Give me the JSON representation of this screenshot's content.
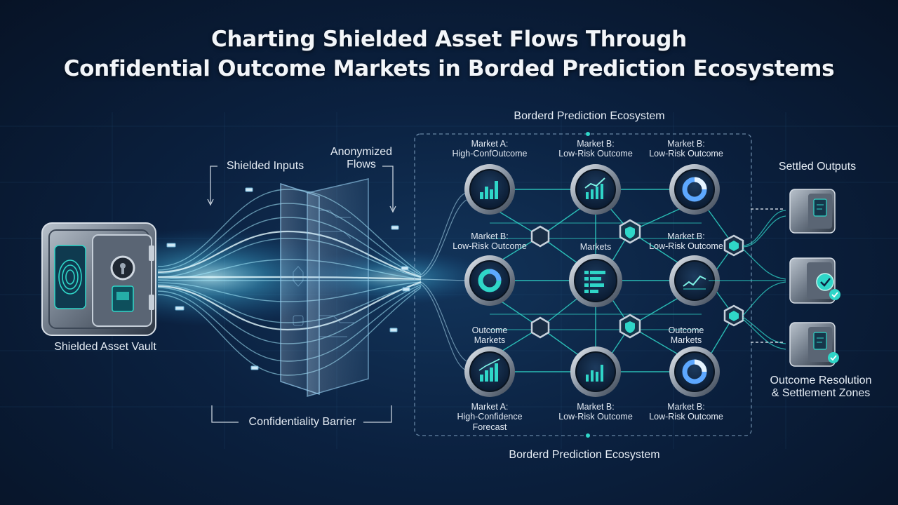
{
  "title": {
    "line1": "Charting Shielded Asset Flows Through",
    "line2": "Confidential Outcome Markets in Borded Prediction Ecosystems"
  },
  "labels": {
    "ecosystem_top": "Borderd Prediction Ecosystem",
    "ecosystem_bottom": "Borderd Prediction Ecosystem",
    "shielded_inputs": "Shielded Inputs",
    "anonymized_flows_1": "Anonymized",
    "anonymized_flows_2": "Flows",
    "confidentiality_barrier": "Confidentiality Barrier",
    "vault": "Shielded Asset Vault",
    "settled_outputs": "Settled Outputs",
    "resolution_1": "Outcome Resolution",
    "resolution_2": "& Settlement Zones"
  },
  "markets": {
    "top_left": [
      "Market A:",
      "High-ConfOutcome"
    ],
    "top_mid": [
      "Market B:",
      "Low-Risk Outcome"
    ],
    "top_right": [
      "Market B:",
      "Low-Risk Outcome"
    ],
    "mid_left": [
      "Market B:",
      "Low-Risk Outcome"
    ],
    "mid_center": [
      "Markets"
    ],
    "mid_right": [
      "Market B:",
      "Low-Risk Outcome"
    ],
    "low_left": [
      "Outcome",
      "Markets"
    ],
    "low_right": [
      "Outcome",
      "Markets"
    ],
    "bot_left": [
      "Market A:",
      "High-Confidence",
      "Forecast"
    ],
    "bot_mid": [
      "Market B:",
      "Low-Risk Outcome"
    ],
    "bot_right": [
      "Market B:",
      "Low-Risk Outcome"
    ]
  },
  "node_icons": {
    "n1": "bar-chart-icon",
    "n2": "line-chart-icon",
    "n3": "donut-chart-icon",
    "n4": "donut-chart-icon",
    "n5": "list-bars-icon",
    "n6": "trend-line-icon",
    "n7": "bar-chart-icon",
    "n8": "bar-chart-icon",
    "n9": "donut-chart-icon"
  },
  "colors": {
    "accent": "#2fd6c8",
    "flow": "#7fe6ff",
    "background": "#0b2140"
  }
}
